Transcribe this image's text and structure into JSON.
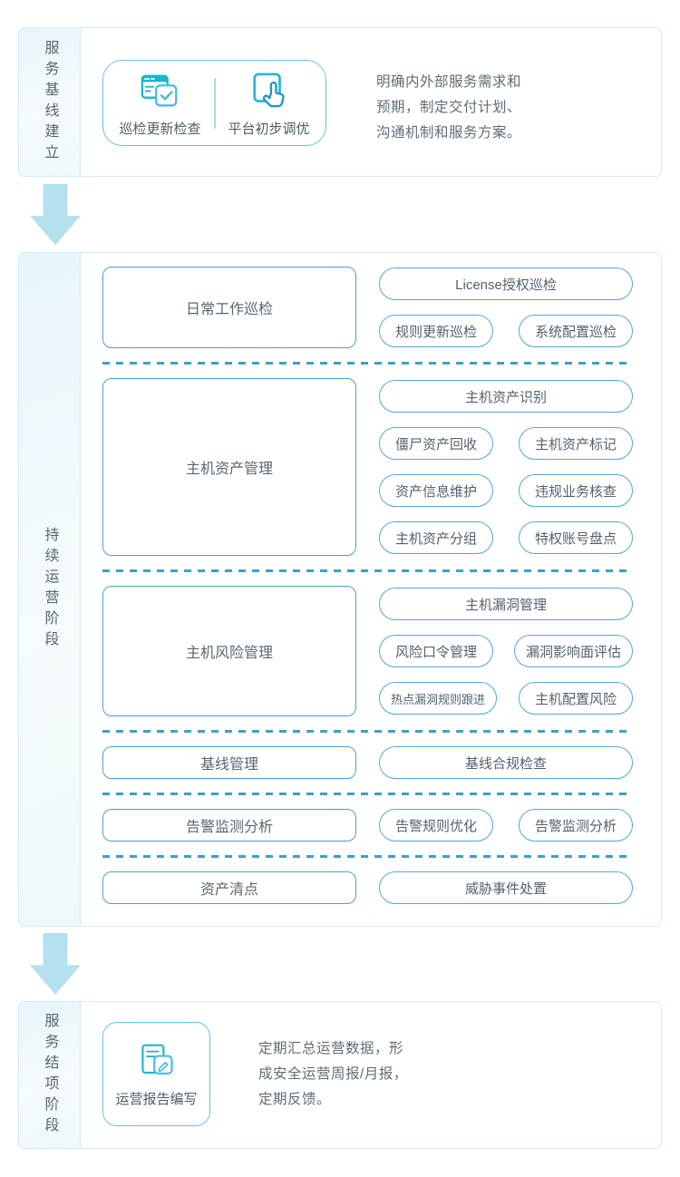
{
  "phase1": {
    "label": "服务基线建立",
    "items": [
      {
        "icon": "browser-check-icon",
        "label": "巡检更新检查"
      },
      {
        "icon": "cursor-click-icon",
        "label": "平台初步调优"
      }
    ],
    "desc_lines": [
      "明确内外部服务需求和",
      "预期，制定交付计划、",
      "沟通机制和服务方案。"
    ]
  },
  "phase2": {
    "label": "持续运营阶段",
    "rows": [
      {
        "left": "日常工作巡检",
        "right": [
          [
            "License授权巡检"
          ],
          [
            "规则更新巡检",
            "系统配置巡检"
          ]
        ]
      },
      {
        "left": "主机资产管理",
        "right": [
          [
            "主机资产识别"
          ],
          [
            "僵尸资产回收",
            "主机资产标记"
          ],
          [
            "资产信息维护",
            "违规业务核查"
          ],
          [
            "主机资产分组",
            "特权账号盘点"
          ]
        ]
      },
      {
        "left": "主机风险管理",
        "right": [
          [
            "主机漏洞管理"
          ],
          [
            "风险口令管理",
            "漏洞影响面评估"
          ],
          [
            "热点漏洞规则跟进",
            "主机配置风险"
          ]
        ]
      },
      {
        "left": "基线管理",
        "right": [
          [
            "基线合规检查"
          ]
        ]
      },
      {
        "left": "告警监测分析",
        "right": [
          [
            "告警规则优化",
            "告警监测分析"
          ]
        ]
      },
      {
        "left": "资产清点",
        "right": [
          [
            "威胁事件处置"
          ]
        ]
      }
    ]
  },
  "phase3": {
    "label": "服务结项阶段",
    "items": [
      {
        "icon": "report-edit-icon",
        "label": "运营报告编写"
      }
    ],
    "desc_lines": [
      "定期汇总运营数据，形",
      "成安全运营周报/月报，",
      "定期反馈。"
    ]
  },
  "colors": {
    "section_border": "#d3ecf6",
    "category_box_border": "#4aa0d0",
    "pill_border": "#4fa9d8",
    "icon_box_border": "#66c4e0",
    "dash_line": "#3f9fc6",
    "arrow_fill": "#b5e1ef",
    "icon_teal": "#1cb7c9",
    "icon_blue": "#4fb9e5",
    "text": "#5c6a73"
  }
}
